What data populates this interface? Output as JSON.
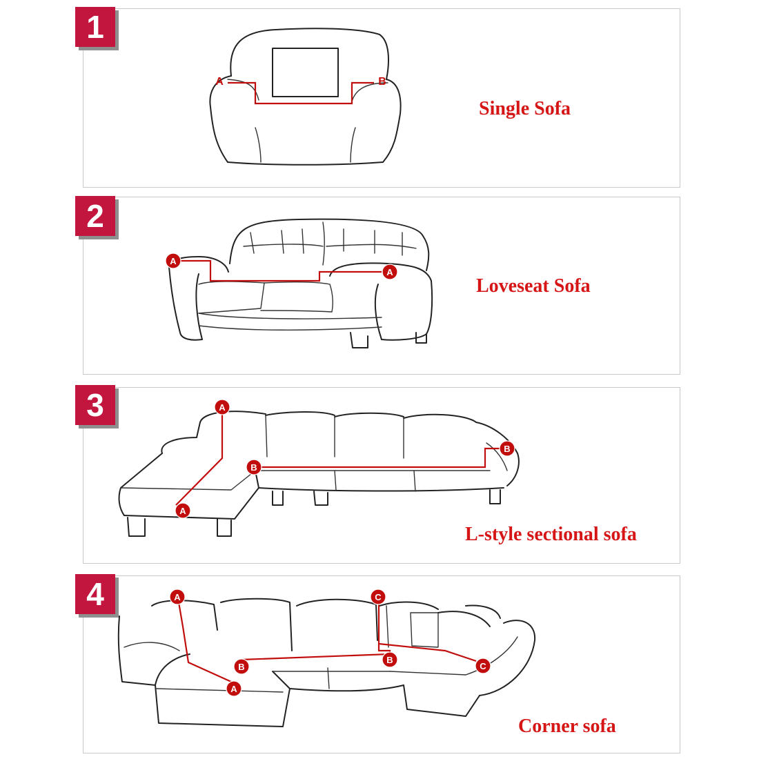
{
  "panels": [
    {
      "number": "1",
      "label": "Single Sofa"
    },
    {
      "number": "2",
      "label": "Loveseat Sofa"
    },
    {
      "number": "3",
      "label": "L-style sectional sofa"
    },
    {
      "number": "4",
      "label": "Corner sofa"
    }
  ],
  "markers": {
    "a": "A",
    "b": "B",
    "c": "C"
  },
  "colors": {
    "badge": "#c3163f",
    "label": "#d61616",
    "measure_line": "#c20d0d"
  }
}
